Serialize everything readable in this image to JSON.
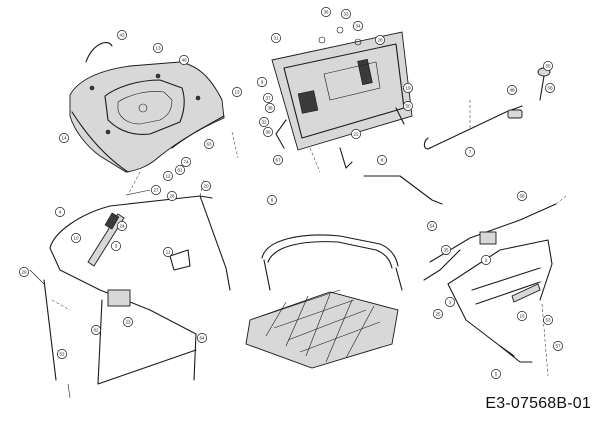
{
  "drawing_code": "E3-07568B-01",
  "callouts": {
    "hood_1": "42",
    "hood_2": "13",
    "hood_3": "40",
    "hood_4": "13",
    "hood_5": "14",
    "hood_6": "63",
    "hood_7": "74",
    "hood_8": "61",
    "hood_9": "12",
    "hood_10": "27",
    "dash_1": "36",
    "dash_2": "33",
    "dash_3": "34",
    "dash_4": "28",
    "dash_5": "31",
    "dash_6": "9",
    "dash_7": "37",
    "dash_8": "38",
    "dash_9": "32",
    "dash_10": "39",
    "dash_11": "19",
    "dash_12": "50",
    "dash_13": "22",
    "dash_14": "8",
    "dash_15": "67",
    "rod_1": "55",
    "rod_2": "56",
    "rod_3": "48",
    "rod_4": "7",
    "frame_1": "4",
    "frame_2": "10",
    "frame_3": "24",
    "frame_4": "26",
    "frame_5": "11",
    "frame_6": "3",
    "frame_7": "20",
    "frame_8": "23",
    "frame_9": "29",
    "frame_10": "64",
    "frame_11": "52",
    "frame_12": "62",
    "seat_1": "6",
    "right_1": "58",
    "right_2": "54",
    "right_3": "35",
    "right_4": "2",
    "right_5": "1",
    "right_6": "15",
    "right_7": "53",
    "right_8": "57",
    "right_9": "5",
    "right_10": "25"
  }
}
